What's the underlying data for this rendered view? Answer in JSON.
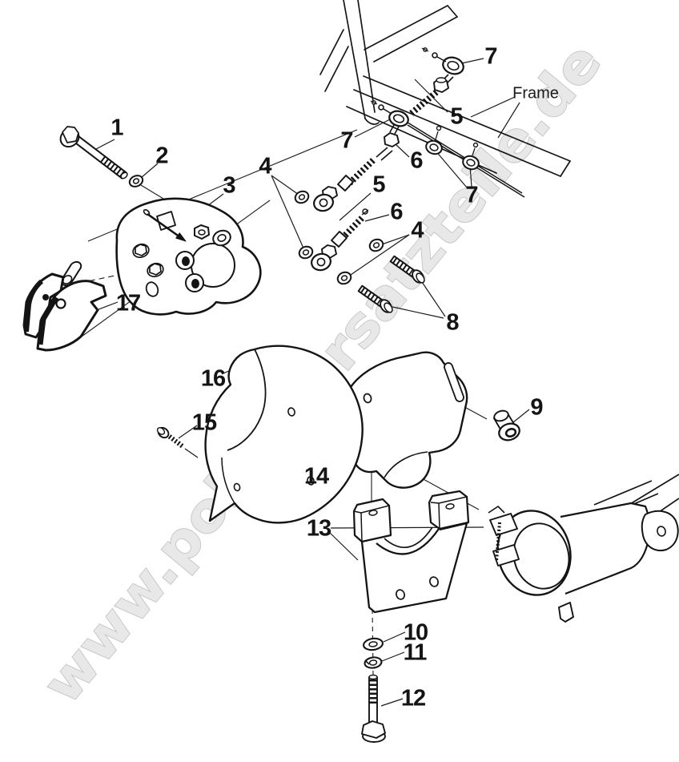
{
  "diagram": {
    "watermark": "www.polarisersatzteile.de",
    "frame_label": "Frame",
    "callouts": [
      {
        "label": "1"
      },
      {
        "label": "2"
      },
      {
        "label": "3"
      },
      {
        "label": "4"
      },
      {
        "label": "4"
      },
      {
        "label": "5"
      },
      {
        "label": "5"
      },
      {
        "label": "6"
      },
      {
        "label": "6"
      },
      {
        "label": "7"
      },
      {
        "label": "7"
      },
      {
        "label": "7"
      },
      {
        "label": "8"
      },
      {
        "label": "9"
      },
      {
        "label": "10"
      },
      {
        "label": "11"
      },
      {
        "label": "12"
      },
      {
        "label": "13"
      },
      {
        "label": "14"
      },
      {
        "label": "15"
      },
      {
        "label": "16"
      },
      {
        "label": "17"
      }
    ]
  }
}
